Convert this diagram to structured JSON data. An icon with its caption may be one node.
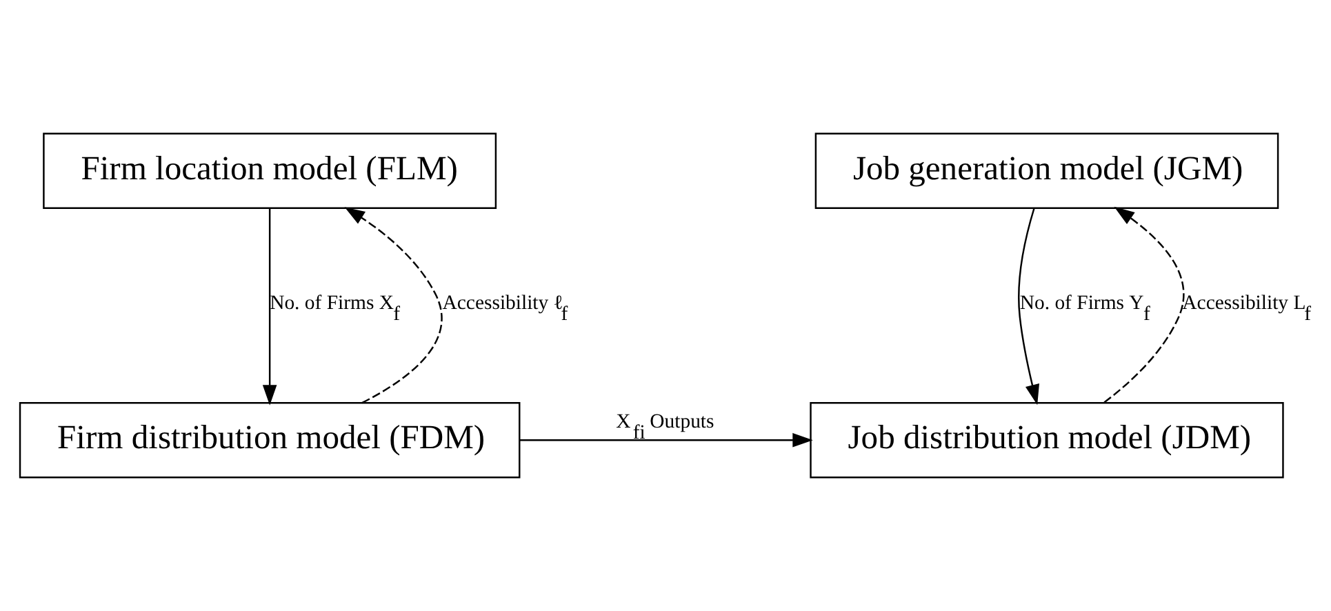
{
  "diagram": {
    "nodes": [
      {
        "text": [
          "Firm location model (FLM)"
        ]
      },
      {
        "text": [
          "Job generation model (JGM)"
        ]
      },
      {
        "text": [
          "Firm distribution model (FDM)"
        ]
      },
      {
        "text": [
          "Job distribution model (JDM)"
        ]
      }
    ],
    "edges": [
      {
        "from": 0,
        "to": 2,
        "arrow": "to",
        "label": "No. of Firms X$_{f}$"
      },
      {
        "from": 2,
        "to": 0,
        "arrow": "to",
        "style": "dashed",
        "label": "Accessibility ℓ$_{f}$"
      },
      {
        "from": 1,
        "to": 3,
        "arrow": "to",
        "label": "No. of Firms Y$_{f}$"
      },
      {
        "from": 3,
        "to": 1,
        "arrow": "to",
        "style": "dashed",
        "label": "Accessibility L$_{f}$"
      },
      {
        "from": 2,
        "to": 3,
        "arrow": "to",
        "label": "X$_{fi}$ Outputs"
      }
    ]
  }
}
